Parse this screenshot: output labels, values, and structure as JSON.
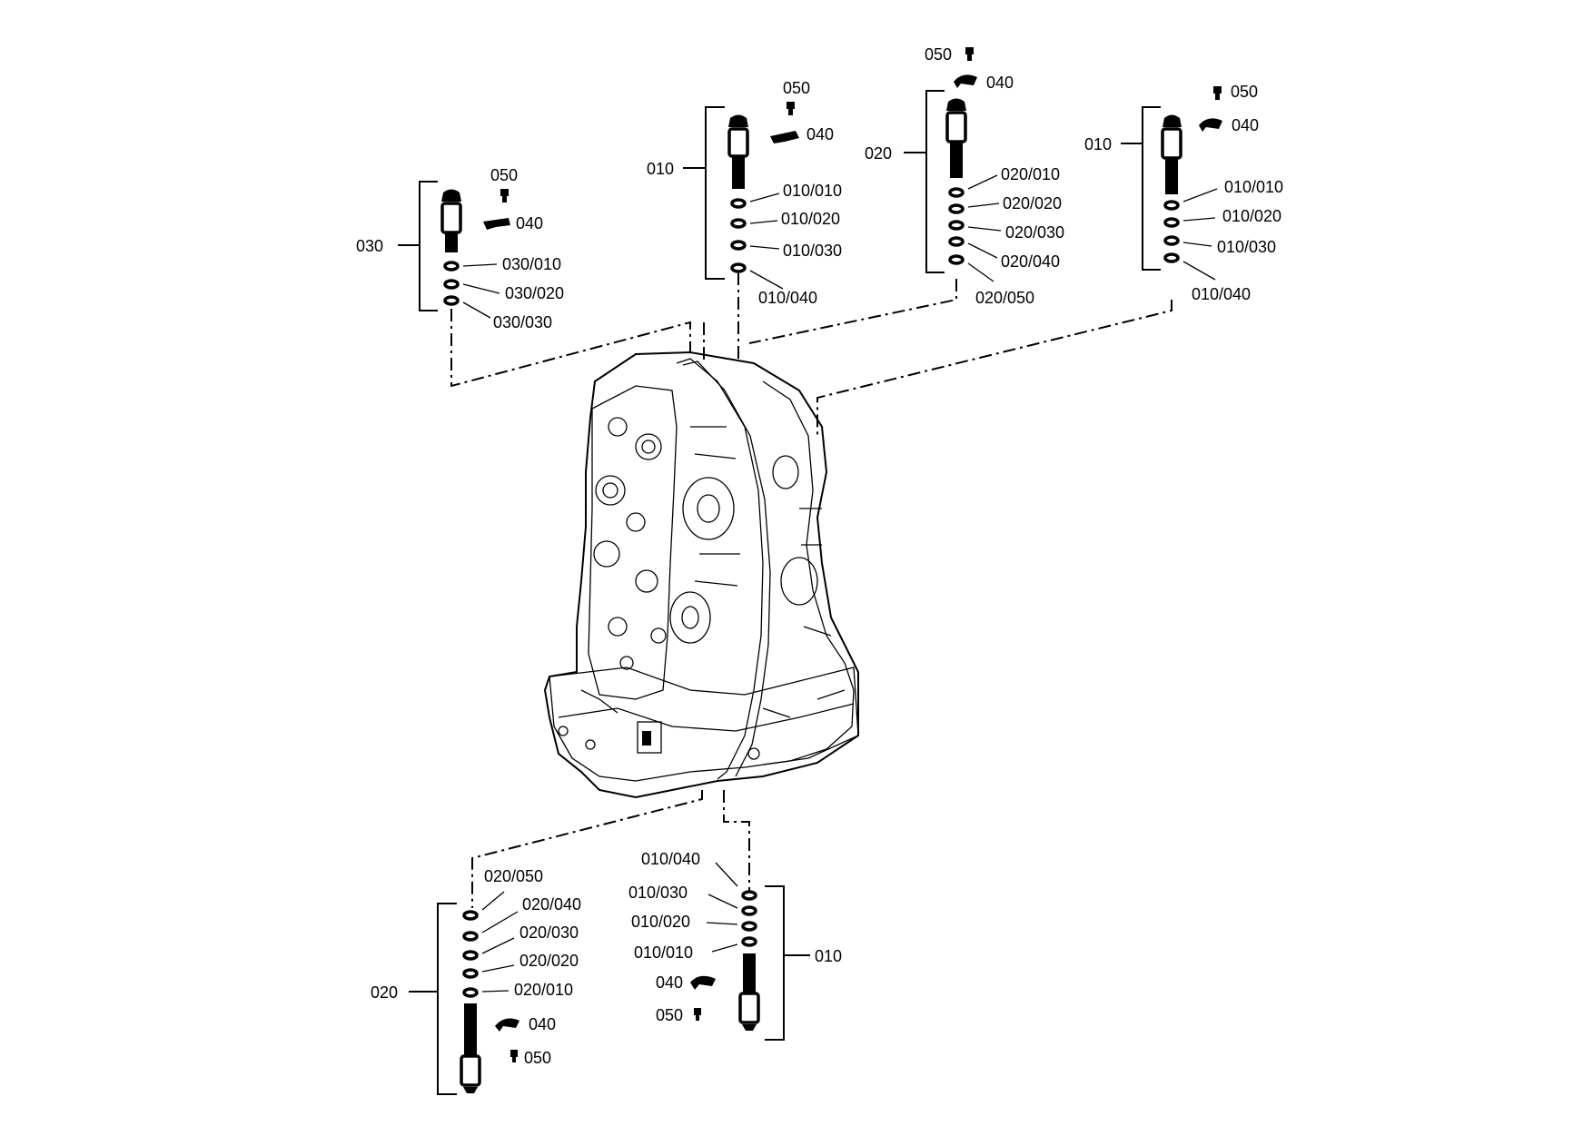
{
  "diagram": {
    "assemblies": [
      {
        "id": "top-left",
        "group_label": "030",
        "callouts": [
          "050",
          "040",
          "030/010",
          "030/020",
          "030/030"
        ]
      },
      {
        "id": "top-mid-left",
        "group_label": "010",
        "callouts": [
          "050",
          "040",
          "010/010",
          "010/020",
          "010/030",
          "010/040"
        ]
      },
      {
        "id": "top-mid-right",
        "group_label": "020",
        "callouts": [
          "050",
          "040",
          "020/010",
          "020/020",
          "020/030",
          "020/040",
          "020/050"
        ]
      },
      {
        "id": "top-right",
        "group_label": "010",
        "callouts": [
          "050",
          "040",
          "010/010",
          "010/020",
          "010/030",
          "010/040"
        ]
      },
      {
        "id": "bottom-left",
        "group_label": "020",
        "callouts": [
          "020/050",
          "020/040",
          "020/030",
          "020/020",
          "020/010",
          "040",
          "050"
        ]
      },
      {
        "id": "bottom-right",
        "group_label": "010",
        "callouts": [
          "010/040",
          "010/030",
          "010/020",
          "010/010",
          "040",
          "050"
        ]
      }
    ]
  }
}
